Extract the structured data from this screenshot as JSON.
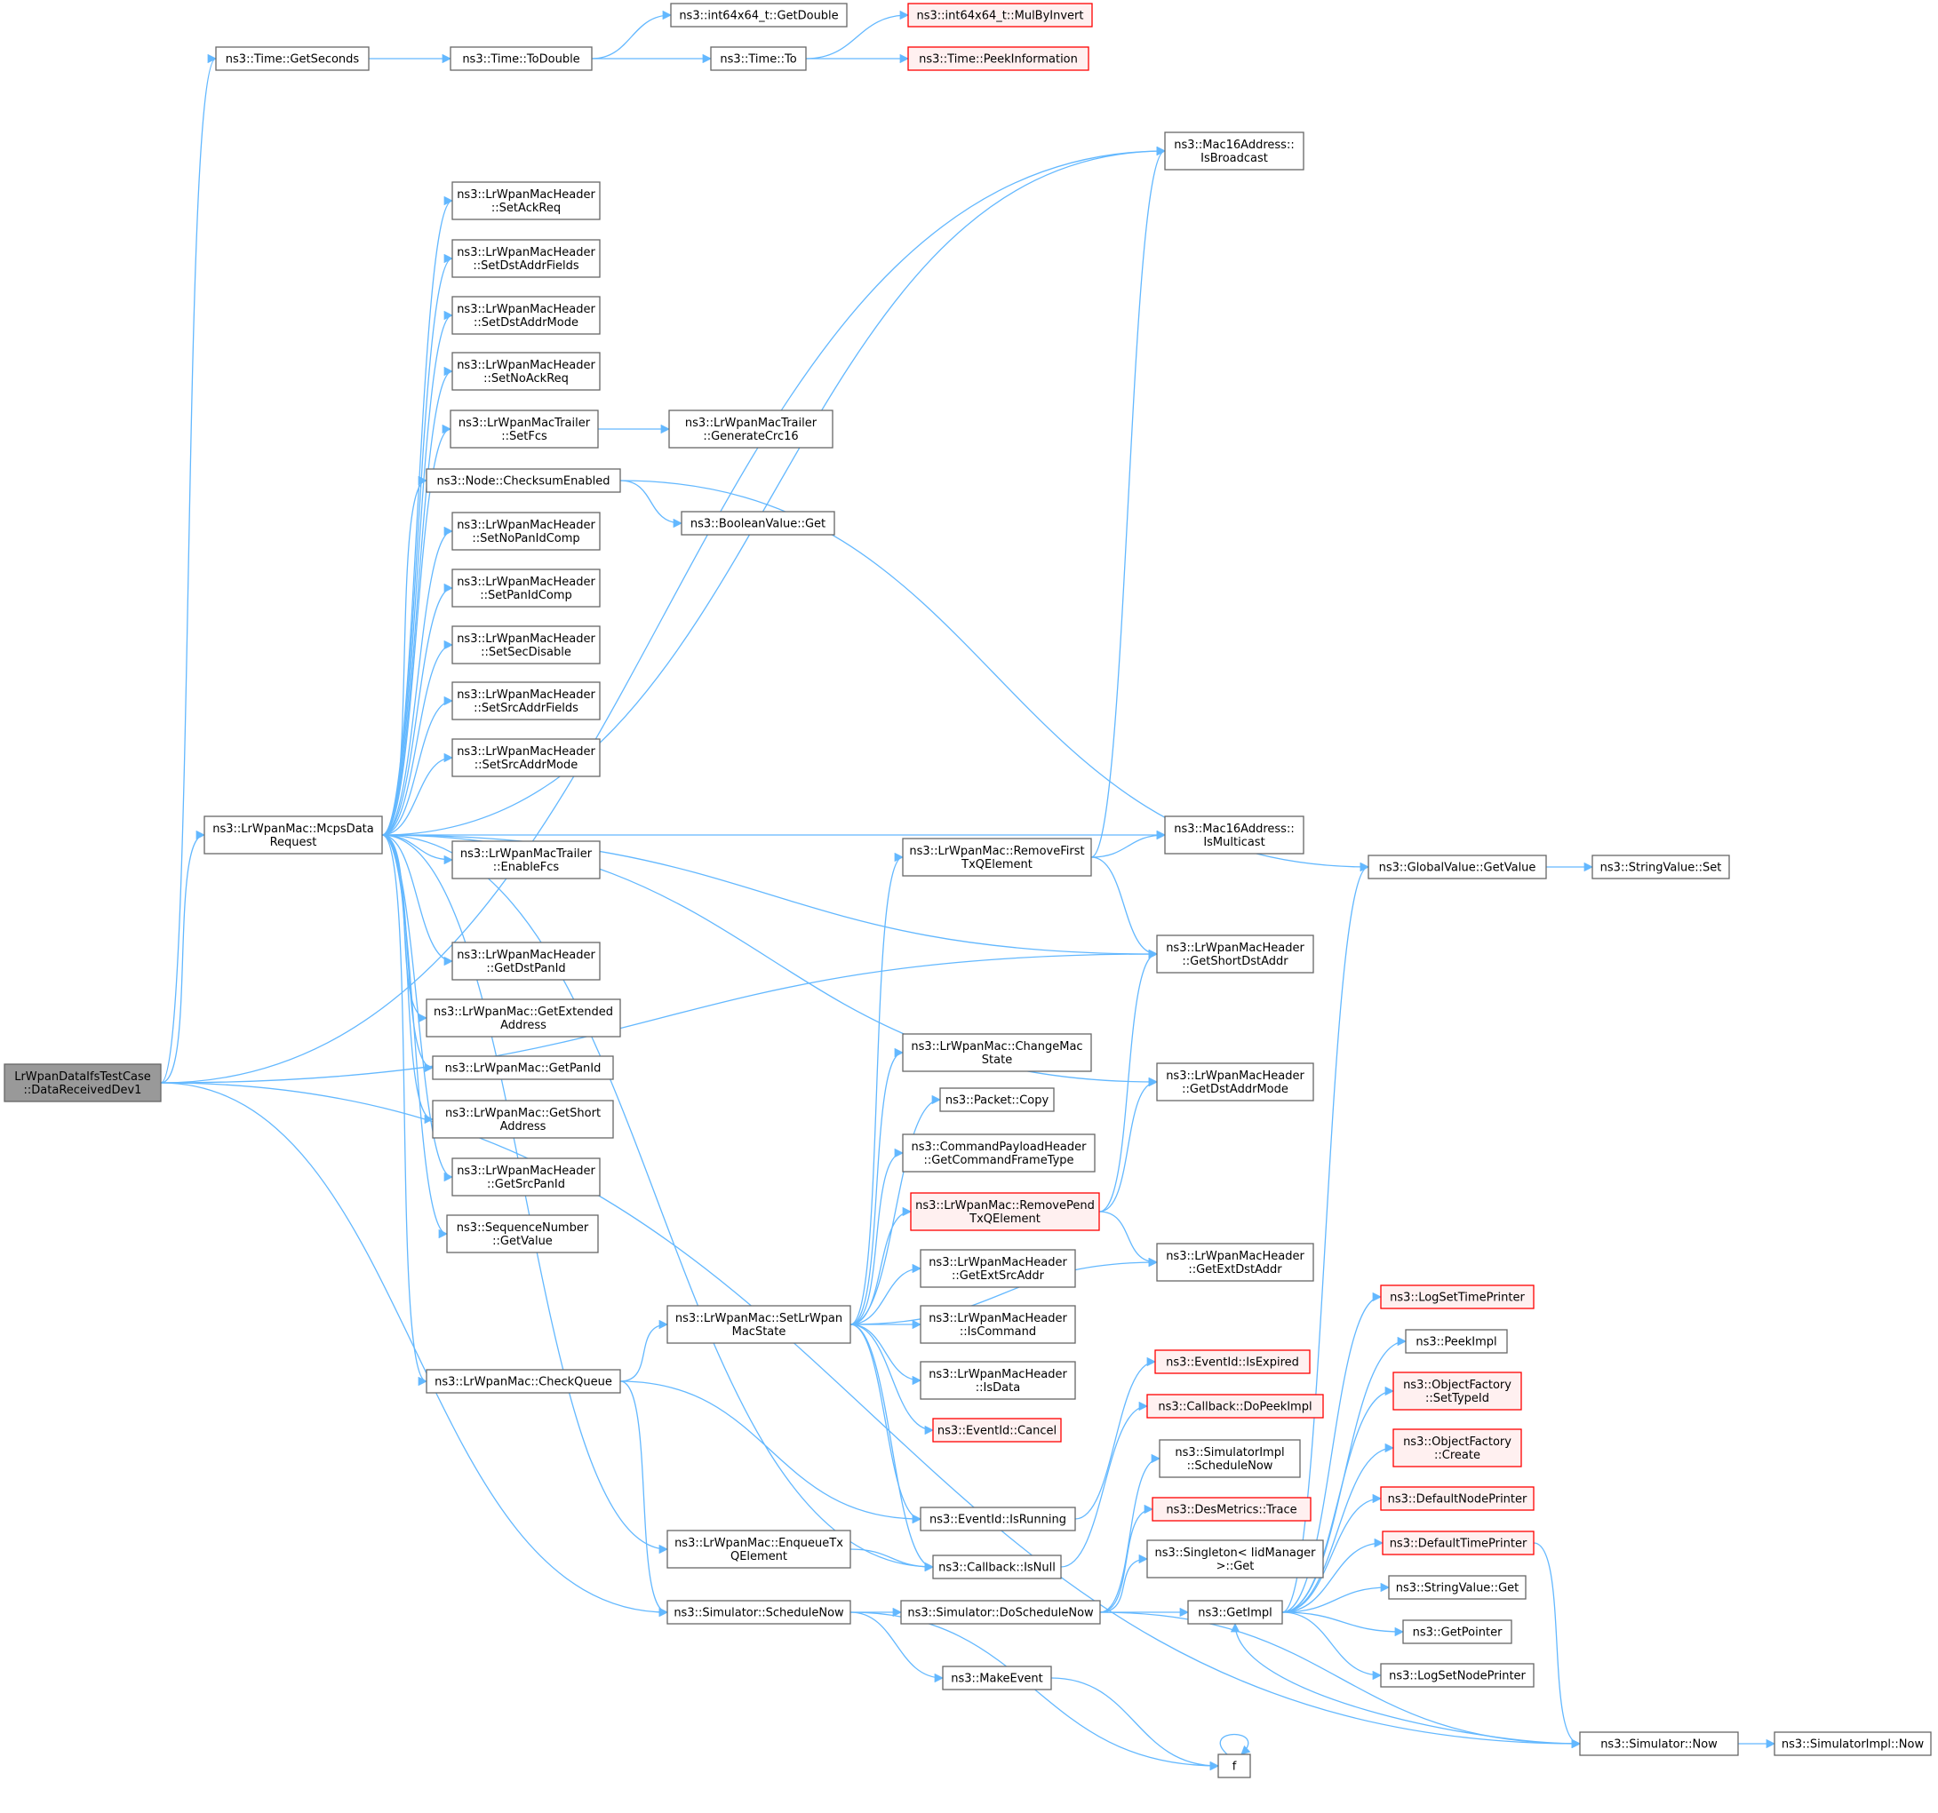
{
  "colors": {
    "edge": "#63b8ff",
    "default_border": "#666666",
    "default_fill": "#ffffff",
    "root_fill": "#999999",
    "root_border": "#666666",
    "truncated_border": "#ff0000",
    "truncated_fill": "#fff0f0",
    "text": "#000000"
  },
  "nodes": [
    {
      "id": "root",
      "lines": [
        "LrWpanDataIfsTestCase",
        "::DataReceivedDev1"
      ],
      "style": "root"
    },
    {
      "id": "getseconds",
      "lines": [
        "ns3::Time::GetSeconds"
      ],
      "style": "normal"
    },
    {
      "id": "todouble",
      "lines": [
        "ns3::Time::ToDouble"
      ],
      "style": "normal"
    },
    {
      "id": "getdouble",
      "lines": [
        "ns3::int64x64_t::GetDouble"
      ],
      "style": "normal"
    },
    {
      "id": "timeto",
      "lines": [
        "ns3::Time::To"
      ],
      "style": "normal"
    },
    {
      "id": "mulbyinvert",
      "lines": [
        "ns3::int64x64_t::MulByInvert"
      ],
      "style": "truncated"
    },
    {
      "id": "peekinfo",
      "lines": [
        "ns3::Time::PeekInformation"
      ],
      "style": "truncated"
    },
    {
      "id": "isbroadcast",
      "lines": [
        "ns3::Mac16Address::",
        "IsBroadcast"
      ],
      "style": "normal"
    },
    {
      "id": "setackreq",
      "lines": [
        "ns3::LrWpanMacHeader",
        "::SetAckReq"
      ],
      "style": "normal"
    },
    {
      "id": "setdstaddrfields",
      "lines": [
        "ns3::LrWpanMacHeader",
        "::SetDstAddrFields"
      ],
      "style": "normal"
    },
    {
      "id": "setdstaddrmode",
      "lines": [
        "ns3::LrWpanMacHeader",
        "::SetDstAddrMode"
      ],
      "style": "normal"
    },
    {
      "id": "setnoackreq",
      "lines": [
        "ns3::LrWpanMacHeader",
        "::SetNoAckReq"
      ],
      "style": "normal"
    },
    {
      "id": "setfcs",
      "lines": [
        "ns3::LrWpanMacTrailer",
        "::SetFcs"
      ],
      "style": "normal"
    },
    {
      "id": "generatecrc",
      "lines": [
        "ns3::LrWpanMacTrailer",
        "::GenerateCrc16"
      ],
      "style": "normal"
    },
    {
      "id": "checksumenabled",
      "lines": [
        "ns3::Node::ChecksumEnabled"
      ],
      "style": "normal"
    },
    {
      "id": "booleanget",
      "lines": [
        "ns3::BooleanValue::Get"
      ],
      "style": "normal"
    },
    {
      "id": "setnopanidcomp",
      "lines": [
        "ns3::LrWpanMacHeader",
        "::SetNoPanIdComp"
      ],
      "style": "normal"
    },
    {
      "id": "setpanidcomp",
      "lines": [
        "ns3::LrWpanMacHeader",
        "::SetPanIdComp"
      ],
      "style": "normal"
    },
    {
      "id": "setsecdisable",
      "lines": [
        "ns3::LrWpanMacHeader",
        "::SetSecDisable"
      ],
      "style": "normal"
    },
    {
      "id": "setsrcaddrfields",
      "lines": [
        "ns3::LrWpanMacHeader",
        "::SetSrcAddrFields"
      ],
      "style": "normal"
    },
    {
      "id": "setsrcaddrmode",
      "lines": [
        "ns3::LrWpanMacHeader",
        "::SetSrcAddrMode"
      ],
      "style": "normal"
    },
    {
      "id": "mcpsdata",
      "lines": [
        "ns3::LrWpanMac::McpsData",
        "Request"
      ],
      "style": "normal"
    },
    {
      "id": "enablefcs",
      "lines": [
        "ns3::LrWpanMacTrailer",
        "::EnableFcs"
      ],
      "style": "normal"
    },
    {
      "id": "getdstpanid",
      "lines": [
        "ns3::LrWpanMacHeader",
        "::GetDstPanId"
      ],
      "style": "normal"
    },
    {
      "id": "getextended",
      "lines": [
        "ns3::LrWpanMac::GetExtended",
        "Address"
      ],
      "style": "normal"
    },
    {
      "id": "getpanid",
      "lines": [
        "ns3::LrWpanMac::GetPanId"
      ],
      "style": "normal"
    },
    {
      "id": "getshort",
      "lines": [
        "ns3::LrWpanMac::GetShort",
        "Address"
      ],
      "style": "normal"
    },
    {
      "id": "getsrcpanid",
      "lines": [
        "ns3::LrWpanMacHeader",
        "::GetSrcPanId"
      ],
      "style": "normal"
    },
    {
      "id": "seqnumber",
      "lines": [
        "ns3::SequenceNumber",
        "::GetValue"
      ],
      "style": "normal"
    },
    {
      "id": "removefirst",
      "lines": [
        "ns3::LrWpanMac::RemoveFirst",
        "TxQElement"
      ],
      "style": "normal"
    },
    {
      "id": "ismulticast",
      "lines": [
        "ns3::Mac16Address::",
        "IsMulticast"
      ],
      "style": "normal"
    },
    {
      "id": "getshortdst",
      "lines": [
        "ns3::LrWpanMacHeader",
        "::GetShortDstAddr"
      ],
      "style": "normal"
    },
    {
      "id": "getdstaddrmode",
      "lines": [
        "ns3::LrWpanMacHeader",
        "::GetDstAddrMode"
      ],
      "style": "normal"
    },
    {
      "id": "changemacstate",
      "lines": [
        "ns3::LrWpanMac::ChangeMac",
        "State"
      ],
      "style": "normal"
    },
    {
      "id": "packetcopy",
      "lines": [
        "ns3::Packet::Copy"
      ],
      "style": "normal"
    },
    {
      "id": "getcmdframetype",
      "lines": [
        "ns3::CommandPayloadHeader",
        "::GetCommandFrameType"
      ],
      "style": "normal"
    },
    {
      "id": "removepend",
      "lines": [
        "ns3::LrWpanMac::RemovePend",
        "TxQElement"
      ],
      "style": "truncated"
    },
    {
      "id": "getextdst",
      "lines": [
        "ns3::LrWpanMacHeader",
        "::GetExtDstAddr"
      ],
      "style": "normal"
    },
    {
      "id": "getextsrc",
      "lines": [
        "ns3::LrWpanMacHeader",
        "::GetExtSrcAddr"
      ],
      "style": "normal"
    },
    {
      "id": "setlrwpanstate",
      "lines": [
        "ns3::LrWpanMac::SetLrWpan",
        "MacState"
      ],
      "style": "normal"
    },
    {
      "id": "iscommand",
      "lines": [
        "ns3::LrWpanMacHeader",
        "::IsCommand"
      ],
      "style": "normal"
    },
    {
      "id": "isdata",
      "lines": [
        "ns3::LrWpanMacHeader",
        "::IsData"
      ],
      "style": "normal"
    },
    {
      "id": "cancel",
      "lines": [
        "ns3::EventId::Cancel"
      ],
      "style": "truncated"
    },
    {
      "id": "checkqueue",
      "lines": [
        "ns3::LrWpanMac::CheckQueue"
      ],
      "style": "normal"
    },
    {
      "id": "isexpired",
      "lines": [
        "ns3::EventId::IsExpired"
      ],
      "style": "truncated"
    },
    {
      "id": "dopeekimpl",
      "lines": [
        "ns3::Callback::DoPeekImpl"
      ],
      "style": "truncated"
    },
    {
      "id": "simimplschedulenow",
      "lines": [
        "ns3::SimulatorImpl",
        "::ScheduleNow"
      ],
      "style": "normal"
    },
    {
      "id": "isrunning",
      "lines": [
        "ns3::EventId::IsRunning"
      ],
      "style": "normal"
    },
    {
      "id": "enqueuetx",
      "lines": [
        "ns3::LrWpanMac::EnqueueTx",
        "QElement"
      ],
      "style": "normal"
    },
    {
      "id": "isnull",
      "lines": [
        "ns3::Callback::IsNull"
      ],
      "style": "normal"
    },
    {
      "id": "desmetrics",
      "lines": [
        "ns3::DesMetrics::Trace"
      ],
      "style": "truncated"
    },
    {
      "id": "singletonget",
      "lines": [
        "ns3::Singleton< IidManager",
        ">::Get"
      ],
      "style": "normal"
    },
    {
      "id": "schedulenow",
      "lines": [
        "ns3::Simulator::ScheduleNow"
      ],
      "style": "normal"
    },
    {
      "id": "doschedulenow",
      "lines": [
        "ns3::Simulator::DoScheduleNow"
      ],
      "style": "normal"
    },
    {
      "id": "getimpl",
      "lines": [
        "ns3::GetImpl"
      ],
      "style": "normal"
    },
    {
      "id": "makeevent",
      "lines": [
        "ns3::MakeEvent"
      ],
      "style": "normal"
    },
    {
      "id": "f",
      "lines": [
        "f"
      ],
      "style": "normal"
    },
    {
      "id": "globalgetvalue",
      "lines": [
        "ns3::GlobalValue::GetValue"
      ],
      "style": "normal"
    },
    {
      "id": "stringset",
      "lines": [
        "ns3::StringValue::Set"
      ],
      "style": "normal"
    },
    {
      "id": "logsettimeprinter",
      "lines": [
        "ns3::LogSetTimePrinter"
      ],
      "style": "truncated"
    },
    {
      "id": "peekimpl",
      "lines": [
        "ns3::PeekImpl"
      ],
      "style": "normal"
    },
    {
      "id": "setypeid",
      "lines": [
        "ns3::ObjectFactory",
        "::SetTypeId"
      ],
      "style": "truncated"
    },
    {
      "id": "ofcreate",
      "lines": [
        "ns3::ObjectFactory",
        "::Create"
      ],
      "style": "truncated"
    },
    {
      "id": "defaultnodeprinter",
      "lines": [
        "ns3::DefaultNodePrinter"
      ],
      "style": "truncated"
    },
    {
      "id": "defaulttimeprinter",
      "lines": [
        "ns3::DefaultTimePrinter"
      ],
      "style": "truncated"
    },
    {
      "id": "stringget",
      "lines": [
        "ns3::StringValue::Get"
      ],
      "style": "normal"
    },
    {
      "id": "getpointer",
      "lines": [
        "ns3::GetPointer"
      ],
      "style": "normal"
    },
    {
      "id": "logsetnodeprinter",
      "lines": [
        "ns3::LogSetNodePrinter"
      ],
      "style": "normal"
    },
    {
      "id": "simnow",
      "lines": [
        "ns3::Simulator::Now"
      ],
      "style": "normal"
    },
    {
      "id": "simimplnow",
      "lines": [
        "ns3::SimulatorImpl::Now"
      ],
      "style": "normal"
    }
  ],
  "edges": [
    [
      "root",
      "getseconds"
    ],
    [
      "root",
      "isbroadcast"
    ],
    [
      "root",
      "mcpsdata"
    ],
    [
      "root",
      "getshortdst"
    ],
    [
      "root",
      "schedulenow"
    ],
    [
      "root",
      "simnow"
    ],
    [
      "getseconds",
      "todouble"
    ],
    [
      "todouble",
      "getdouble"
    ],
    [
      "todouble",
      "timeto"
    ],
    [
      "timeto",
      "mulbyinvert"
    ],
    [
      "timeto",
      "peekinfo"
    ],
    [
      "mcpsdata",
      "isbroadcast"
    ],
    [
      "mcpsdata",
      "setackreq"
    ],
    [
      "mcpsdata",
      "setdstaddrfields"
    ],
    [
      "mcpsdata",
      "setdstaddrmode"
    ],
    [
      "mcpsdata",
      "setnoackreq"
    ],
    [
      "mcpsdata",
      "setfcs"
    ],
    [
      "mcpsdata",
      "checksumenabled"
    ],
    [
      "mcpsdata",
      "setnopanidcomp"
    ],
    [
      "mcpsdata",
      "setpanidcomp"
    ],
    [
      "mcpsdata",
      "setsecdisable"
    ],
    [
      "mcpsdata",
      "setsrcaddrfields"
    ],
    [
      "mcpsdata",
      "setsrcaddrmode"
    ],
    [
      "mcpsdata",
      "ismulticast"
    ],
    [
      "mcpsdata",
      "enablefcs"
    ],
    [
      "mcpsdata",
      "getshortdst"
    ],
    [
      "mcpsdata",
      "getdstpanid"
    ],
    [
      "mcpsdata",
      "getextended"
    ],
    [
      "mcpsdata",
      "getpanid"
    ],
    [
      "mcpsdata",
      "getshort"
    ],
    [
      "mcpsdata",
      "getsrcpanid"
    ],
    [
      "mcpsdata",
      "seqnumber"
    ],
    [
      "mcpsdata",
      "getdstaddrmode"
    ],
    [
      "mcpsdata",
      "checkqueue"
    ],
    [
      "mcpsdata",
      "enqueuetx"
    ],
    [
      "mcpsdata",
      "isnull"
    ],
    [
      "setfcs",
      "generatecrc"
    ],
    [
      "checksumenabled",
      "booleanget"
    ],
    [
      "checksumenabled",
      "globalgetvalue"
    ],
    [
      "removefirst",
      "isbroadcast"
    ],
    [
      "removefirst",
      "ismulticast"
    ],
    [
      "removefirst",
      "getshortdst"
    ],
    [
      "removepend",
      "getshortdst"
    ],
    [
      "removepend",
      "getdstaddrmode"
    ],
    [
      "removepend",
      "getextdst"
    ],
    [
      "setlrwpanstate",
      "removefirst"
    ],
    [
      "setlrwpanstate",
      "changemacstate"
    ],
    [
      "setlrwpanstate",
      "packetcopy"
    ],
    [
      "setlrwpanstate",
      "getcmdframetype"
    ],
    [
      "setlrwpanstate",
      "removepend"
    ],
    [
      "setlrwpanstate",
      "getextsrc"
    ],
    [
      "setlrwpanstate",
      "iscommand"
    ],
    [
      "setlrwpanstate",
      "isdata"
    ],
    [
      "setlrwpanstate",
      "cancel"
    ],
    [
      "setlrwpanstate",
      "isrunning"
    ],
    [
      "setlrwpanstate",
      "isnull"
    ],
    [
      "setlrwpanstate",
      "getextdst"
    ],
    [
      "checkqueue",
      "setlrwpanstate"
    ],
    [
      "checkqueue",
      "isrunning"
    ],
    [
      "checkqueue",
      "schedulenow"
    ],
    [
      "isrunning",
      "isexpired"
    ],
    [
      "isnull",
      "dopeekimpl"
    ],
    [
      "enqueuetx",
      "isnull"
    ],
    [
      "schedulenow",
      "doschedulenow"
    ],
    [
      "schedulenow",
      "makeevent"
    ],
    [
      "schedulenow",
      "f"
    ],
    [
      "doschedulenow",
      "simimplschedulenow"
    ],
    [
      "doschedulenow",
      "desmetrics"
    ],
    [
      "doschedulenow",
      "singletonget"
    ],
    [
      "doschedulenow",
      "getimpl"
    ],
    [
      "doschedulenow",
      "simnow"
    ],
    [
      "makeevent",
      "f"
    ],
    [
      "f",
      "f"
    ],
    [
      "getimpl",
      "globalgetvalue"
    ],
    [
      "getimpl",
      "logsettimeprinter"
    ],
    [
      "getimpl",
      "peekimpl"
    ],
    [
      "getimpl",
      "setypeid"
    ],
    [
      "getimpl",
      "ofcreate"
    ],
    [
      "getimpl",
      "defaultnodeprinter"
    ],
    [
      "getimpl",
      "defaulttimeprinter"
    ],
    [
      "getimpl",
      "stringget"
    ],
    [
      "getimpl",
      "getpointer"
    ],
    [
      "getimpl",
      "logsetnodeprinter"
    ],
    [
      "globalgetvalue",
      "stringset"
    ],
    [
      "defaulttimeprinter",
      "simnow"
    ],
    [
      "simnow",
      "getimpl"
    ],
    [
      "simnow",
      "simimplnow"
    ]
  ]
}
